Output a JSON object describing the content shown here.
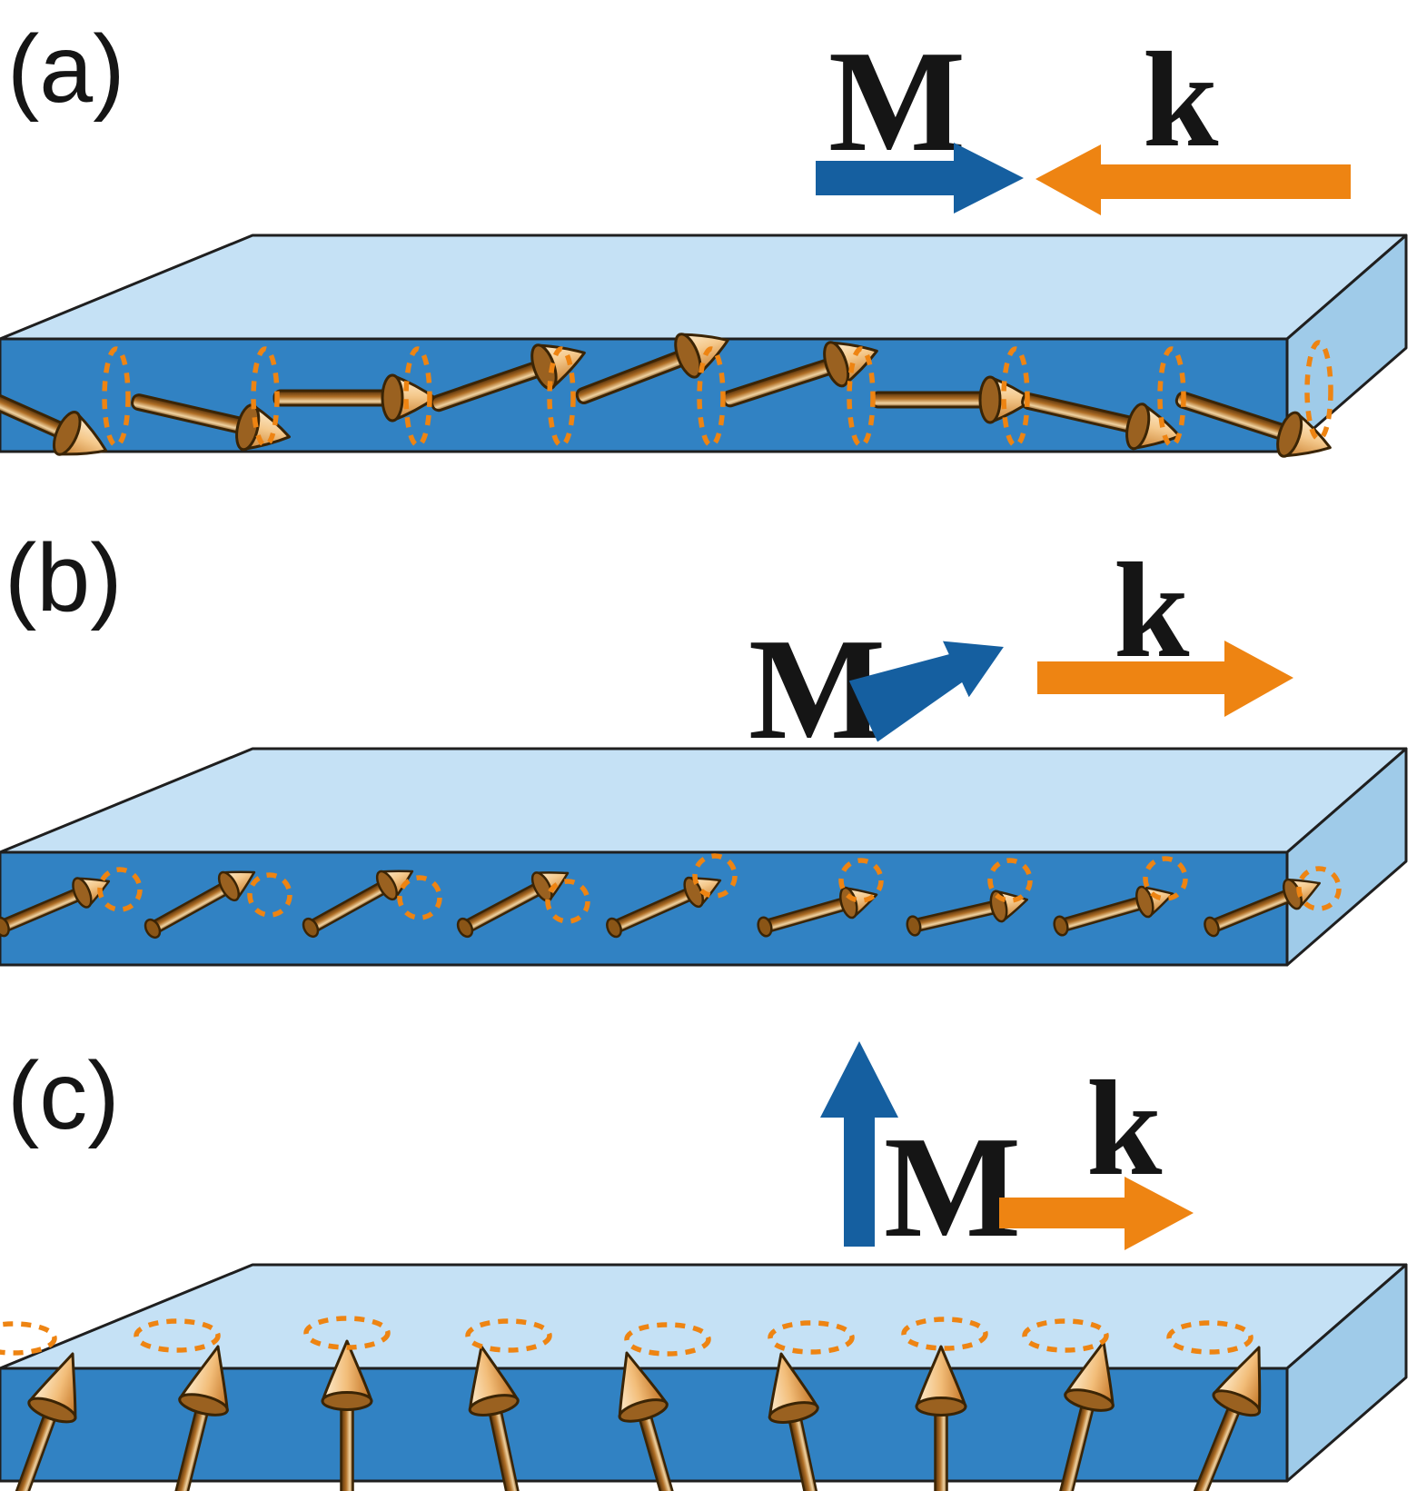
{
  "panels": {
    "a": {
      "label": "(a)",
      "m_label": "M",
      "k_label": "k",
      "m_direction": "right (in-plane)",
      "k_direction": "left (antiparallel to M)",
      "spin_pattern": "in-plane spins rotating through tall dashed precession ellipses inside the slab"
    },
    "b": {
      "label": "(b)",
      "m_label": "M",
      "k_label": "k",
      "m_direction": "oblique up-right (out of front face)",
      "k_direction": "right",
      "spin_pattern": "spins tilted out of the front face with small dashed circular precession orbits"
    },
    "c": {
      "label": "(c)",
      "m_label": "M",
      "k_label": "k",
      "m_direction": "up (out of plane)",
      "k_direction": "right",
      "spin_pattern": "nearly vertical spins piercing the top surface with flat dashed precession ellipses"
    }
  },
  "colors": {
    "magnetization_arrow": "#155fa0",
    "wavevector_arrow": "#ee8412",
    "precession_dashes": "#ee8412",
    "slab_top_face": "#c5e1f5",
    "slab_side_face": "#9fcbe9",
    "slab_front_face": "#3182c3",
    "spin_arrow_rod": "#b06f26",
    "spin_arrow_cone": "#f5c98c",
    "outline": "#1f1f1f",
    "text": "#151515"
  }
}
